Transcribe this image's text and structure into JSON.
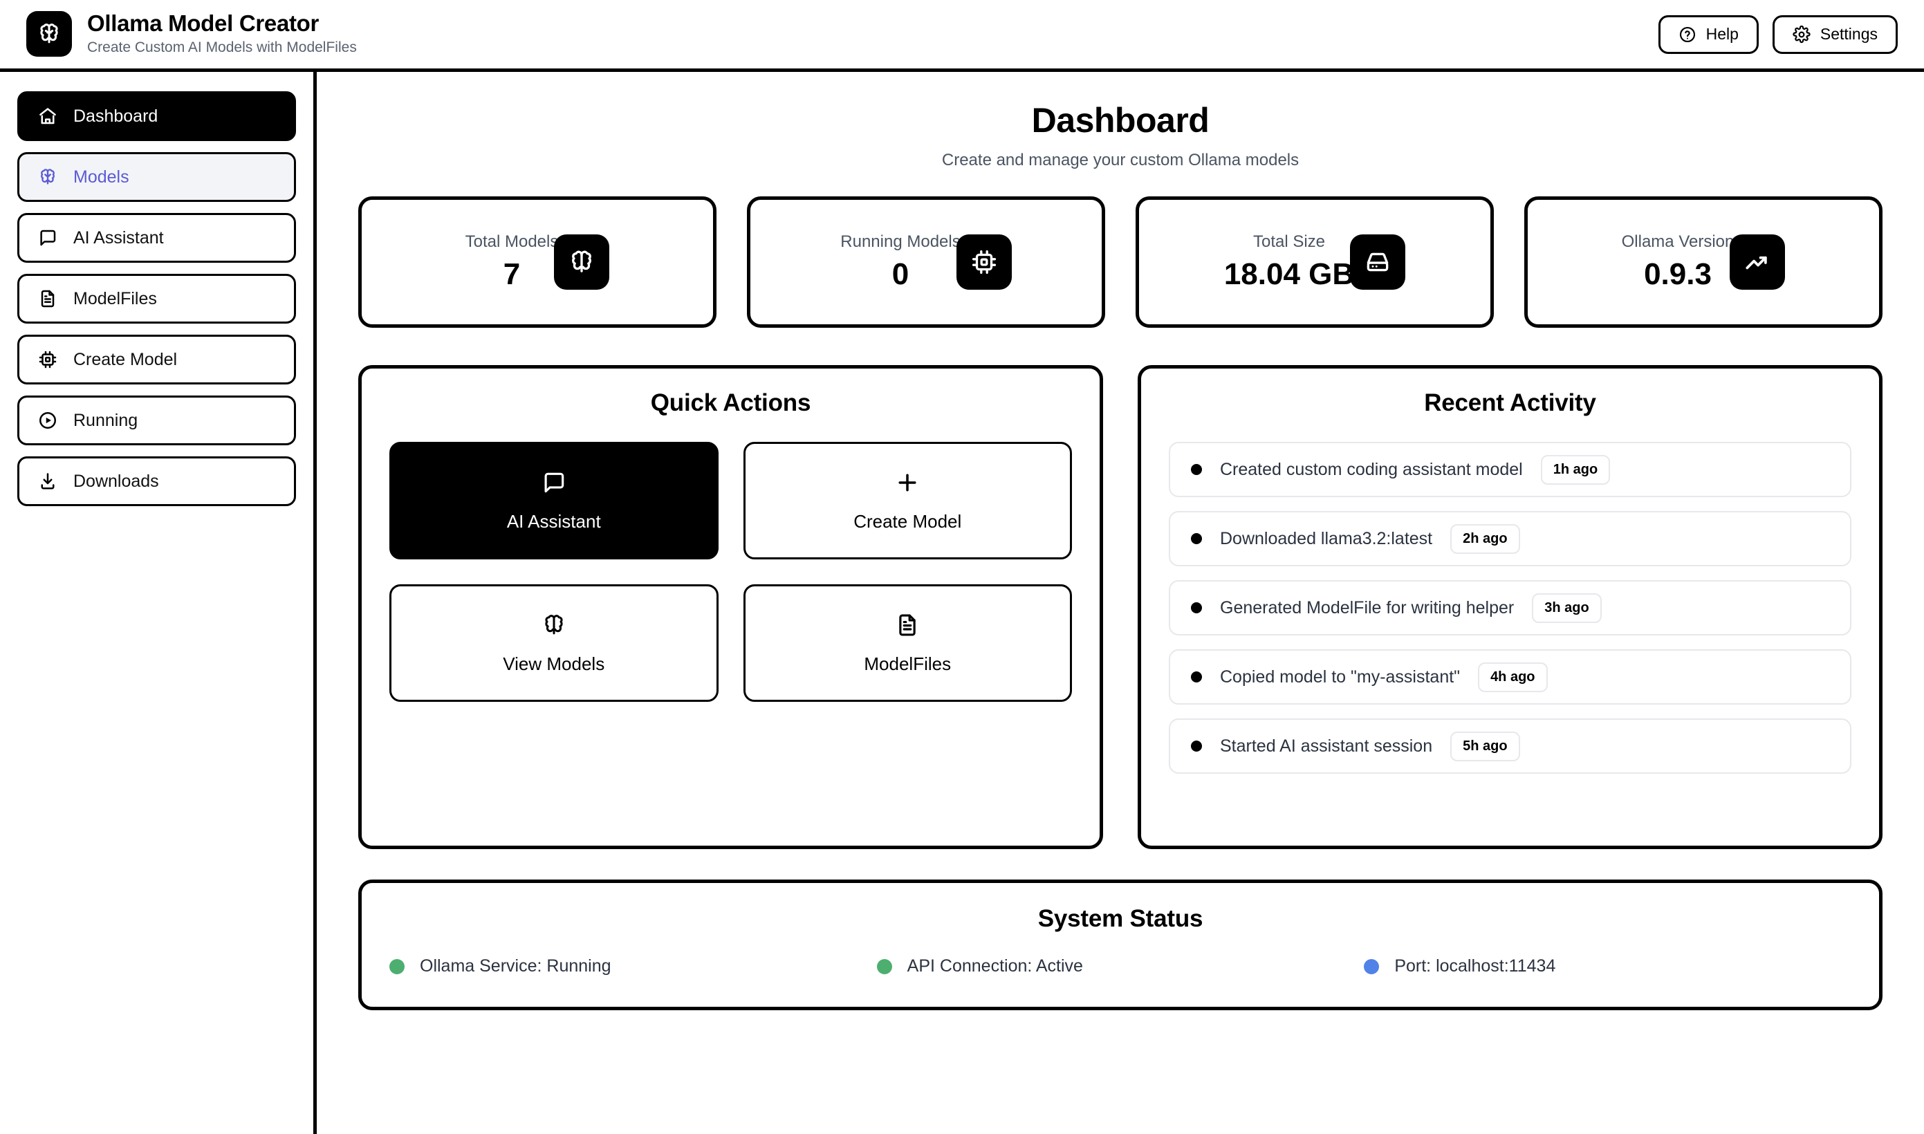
{
  "header": {
    "logo_icon": "brain-icon",
    "title": "Ollama Model Creator",
    "subtitle": "Create Custom AI Models with ModelFiles",
    "help_label": "Help",
    "settings_label": "Settings"
  },
  "sidebar": {
    "items": [
      {
        "label": "Dashboard",
        "icon": "home-icon",
        "state": "active"
      },
      {
        "label": "Models",
        "icon": "brain-icon",
        "state": "hover"
      },
      {
        "label": "AI Assistant",
        "icon": "chat-icon",
        "state": "normal"
      },
      {
        "label": "ModelFiles",
        "icon": "file-text-icon",
        "state": "normal"
      },
      {
        "label": "Create Model",
        "icon": "cpu-chip-icon",
        "state": "normal"
      },
      {
        "label": "Running",
        "icon": "play-circle-icon",
        "state": "normal"
      },
      {
        "label": "Downloads",
        "icon": "download-icon",
        "state": "normal"
      }
    ]
  },
  "main": {
    "title": "Dashboard",
    "subtitle": "Create and manage your custom Ollama models",
    "stats": [
      {
        "label": "Total Models",
        "value": "7",
        "icon": "brain-icon"
      },
      {
        "label": "Running Models",
        "value": "0",
        "icon": "cpu-chip-icon"
      },
      {
        "label": "Total Size",
        "value": "18.04 GB",
        "icon": "hard-drive-icon"
      },
      {
        "label": "Ollama Version",
        "value": "0.9.3",
        "icon": "trending-up-icon"
      }
    ],
    "quick_actions": {
      "title": "Quick Actions",
      "buttons": [
        {
          "label": "AI Assistant",
          "icon": "chat-icon",
          "state": "active"
        },
        {
          "label": "Create Model",
          "icon": "plus-icon",
          "state": "normal"
        },
        {
          "label": "View Models",
          "icon": "brain-icon",
          "state": "normal"
        },
        {
          "label": "ModelFiles",
          "icon": "file-text-icon",
          "state": "normal"
        }
      ]
    },
    "recent_activity": {
      "title": "Recent Activity",
      "items": [
        {
          "text": "Created custom coding assistant model",
          "time": "1h ago"
        },
        {
          "text": "Downloaded llama3.2:latest",
          "time": "2h ago"
        },
        {
          "text": "Generated ModelFile for writing helper",
          "time": "3h ago"
        },
        {
          "text": "Copied model to \"my-assistant\"",
          "time": "4h ago"
        },
        {
          "text": "Started AI assistant session",
          "time": "5h ago"
        }
      ]
    },
    "system_status": {
      "title": "System Status",
      "items": [
        {
          "text": "Ollama Service: Running",
          "color": "#4caf70"
        },
        {
          "text": "API Connection: Active",
          "color": "#4caf70"
        },
        {
          "text": "Port: localhost:11434",
          "color": "#5182e8"
        }
      ]
    }
  },
  "colors": {
    "accent_indigo": "#5b5bd6",
    "border_black": "#000000",
    "muted_text": "#4b5462",
    "status_green": "#4caf70",
    "status_blue": "#5182e8"
  }
}
